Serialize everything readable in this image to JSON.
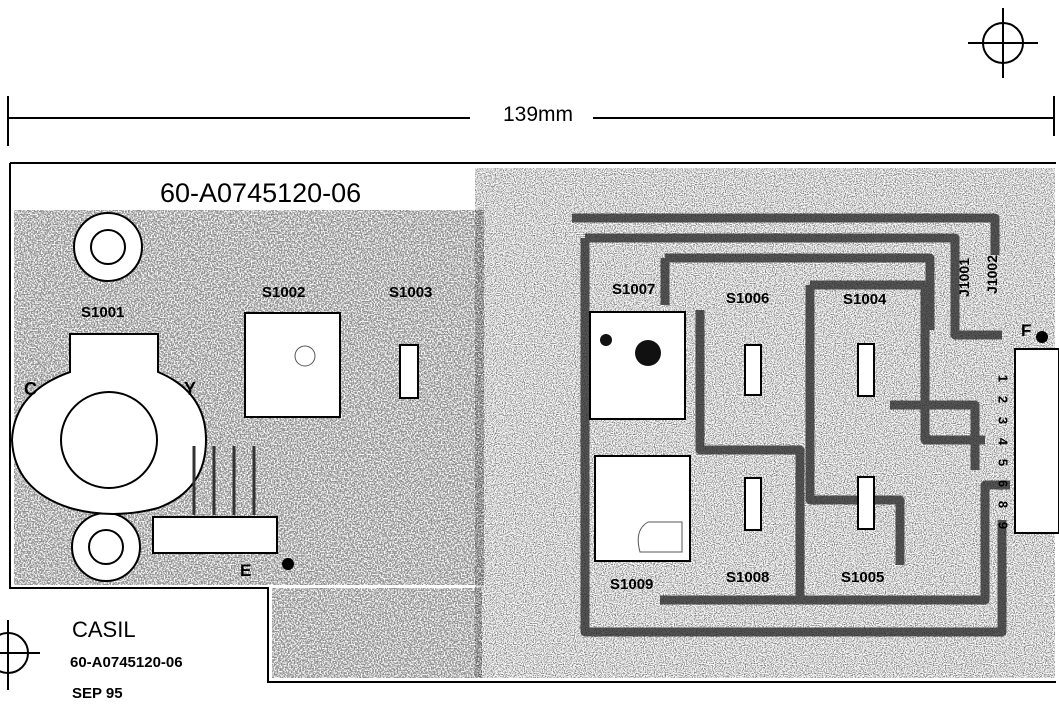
{
  "dimension": {
    "label": "139mm"
  },
  "board": {
    "part_number": "60-A0745120-06",
    "maker": "CASIL",
    "part_number_small": "60-A0745120-06",
    "date": "SEP 95"
  },
  "components": {
    "s1001": "S1001",
    "s1002": "S1002",
    "s1003": "S1003",
    "s1004": "S1004",
    "s1005": "S1005",
    "s1006": "S1006",
    "s1007": "S1007",
    "s1008": "S1008",
    "s1009": "S1009"
  },
  "pins": {
    "c": "C",
    "y": "Y",
    "e": "E",
    "f": "F"
  },
  "connectors": {
    "j1001": "J1001",
    "j1002": "J1002"
  },
  "connector_pins": [
    "1",
    "2",
    "3",
    "4",
    "5",
    "6",
    "8",
    "9"
  ]
}
